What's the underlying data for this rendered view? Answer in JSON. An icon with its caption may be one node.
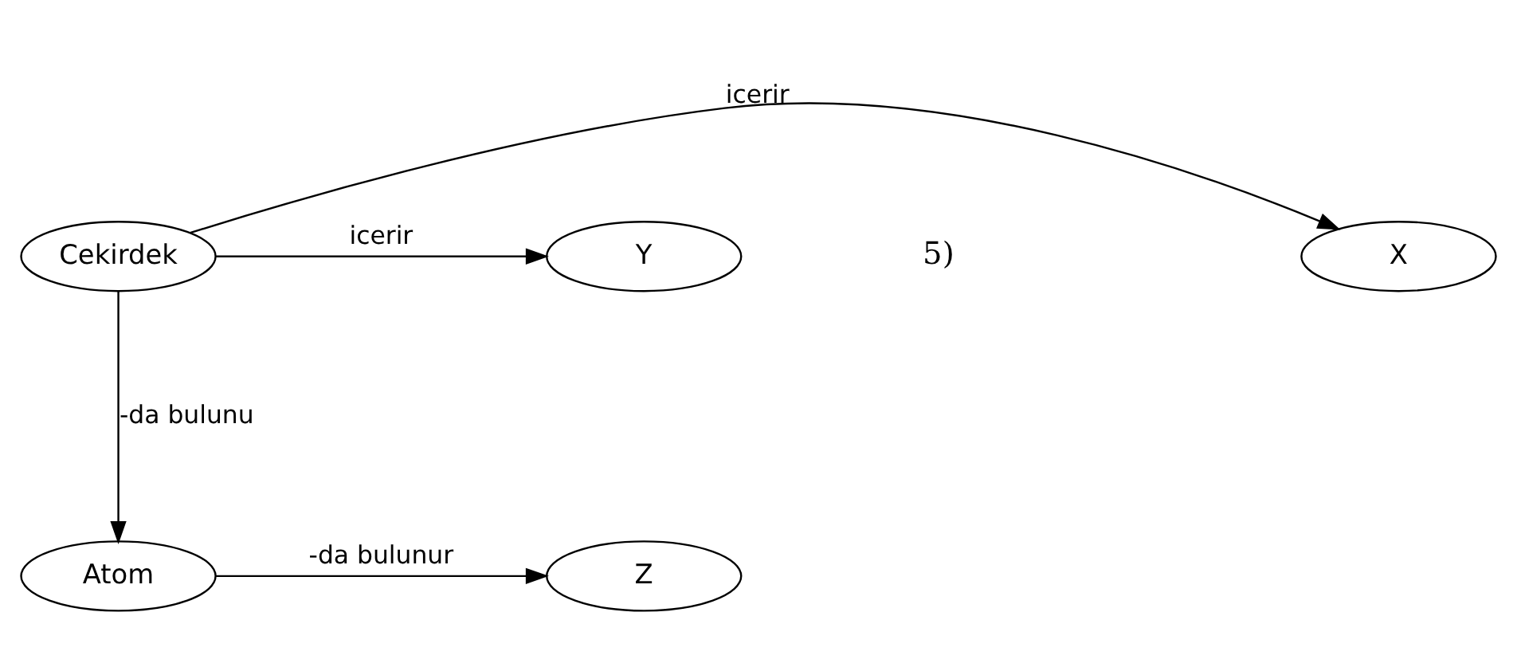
{
  "diagram": {
    "nodes": [
      {
        "text": [
          "X"
        ]
      },
      {
        "text": [
          "Cekirdek"
        ]
      },
      {
        "text": [
          "Y"
        ]
      },
      {
        "text": [
          "Atom"
        ]
      },
      {
        "text": [
          "Z"
        ]
      }
    ],
    "edges": [
      {
        "from": 1,
        "to": 0,
        "arrow": "to",
        "label": "icerir"
      },
      {
        "from": 1,
        "to": 2,
        "arrow": "to",
        "label": "icerir"
      },
      {
        "from": 1,
        "to": 3,
        "arrow": "to",
        "label": "-da bulunu"
      },
      {
        "from": 3,
        "to": 4,
        "arrow": "to",
        "label": "-da bulunur"
      }
    ],
    "labels": [
      "5)"
    ]
  }
}
